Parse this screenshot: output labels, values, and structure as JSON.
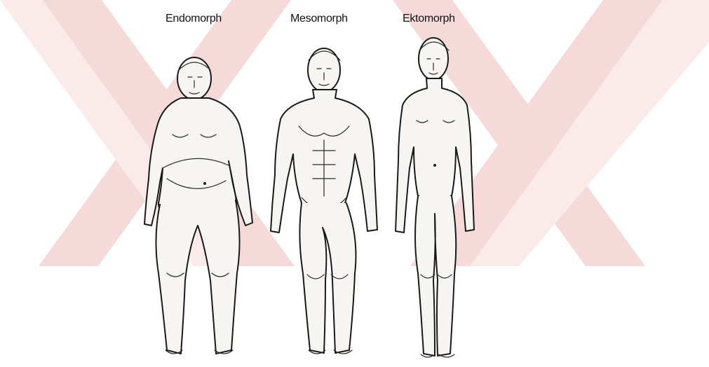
{
  "figure": {
    "watermark": {
      "shape": "double-chevron-x",
      "color": "#f4d3d3"
    },
    "bodies": [
      {
        "label": "Endomorph"
      },
      {
        "label": "Mesomorph"
      },
      {
        "label": "Ektomorph"
      }
    ]
  }
}
